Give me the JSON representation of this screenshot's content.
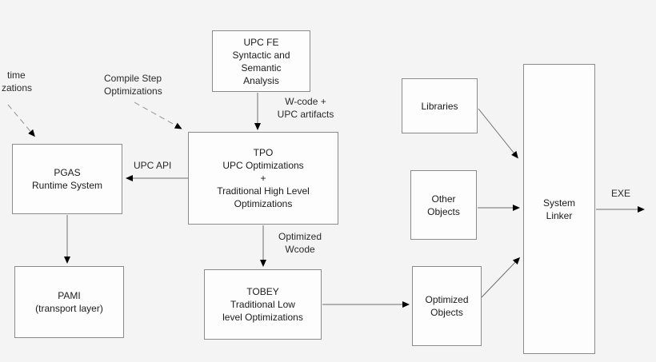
{
  "diagram": {
    "nodes": {
      "upc_fe": {
        "lines": [
          "UPC FE",
          "Syntactic and",
          "Semantic",
          "Analysis"
        ]
      },
      "tpo": {
        "lines": [
          "TPO",
          "UPC Optimizations",
          "+",
          "Traditional High Level",
          "Optimizations"
        ]
      },
      "pgas": {
        "lines": [
          "PGAS",
          "Runtime System"
        ]
      },
      "pami": {
        "lines": [
          "PAMI",
          "(transport layer)"
        ]
      },
      "tobey": {
        "lines": [
          "TOBEY",
          "Traditional Low",
          "level Optimizations"
        ]
      },
      "libraries": {
        "lines": [
          "Libraries"
        ]
      },
      "other_objects": {
        "lines": [
          "Other",
          "Objects"
        ]
      },
      "optimized_objects": {
        "lines": [
          "Optimized",
          "Objects"
        ]
      },
      "system_linker": {
        "lines": [
          "System",
          "Linker"
        ]
      }
    },
    "edge_labels": {
      "runtime_optimizations_cutoff": {
        "lines": [
          "time",
          "zations"
        ]
      },
      "compile_step": {
        "lines": [
          "Compile Step",
          "Optimizations"
        ]
      },
      "wcode_artifacts": {
        "lines": [
          "W-code +",
          "UPC artifacts"
        ]
      },
      "upc_api": "UPC API",
      "optimized_wcode": {
        "lines": [
          "Optimized",
          "Wcode"
        ]
      },
      "exe": "EXE"
    },
    "colors": {
      "background": "#f4f4f4",
      "box_fill": "#fdfdfd",
      "box_border": "#8b8b8b",
      "line": "#6e6e6e",
      "dashed_line": "#909090",
      "arrowhead": "#000000"
    }
  }
}
